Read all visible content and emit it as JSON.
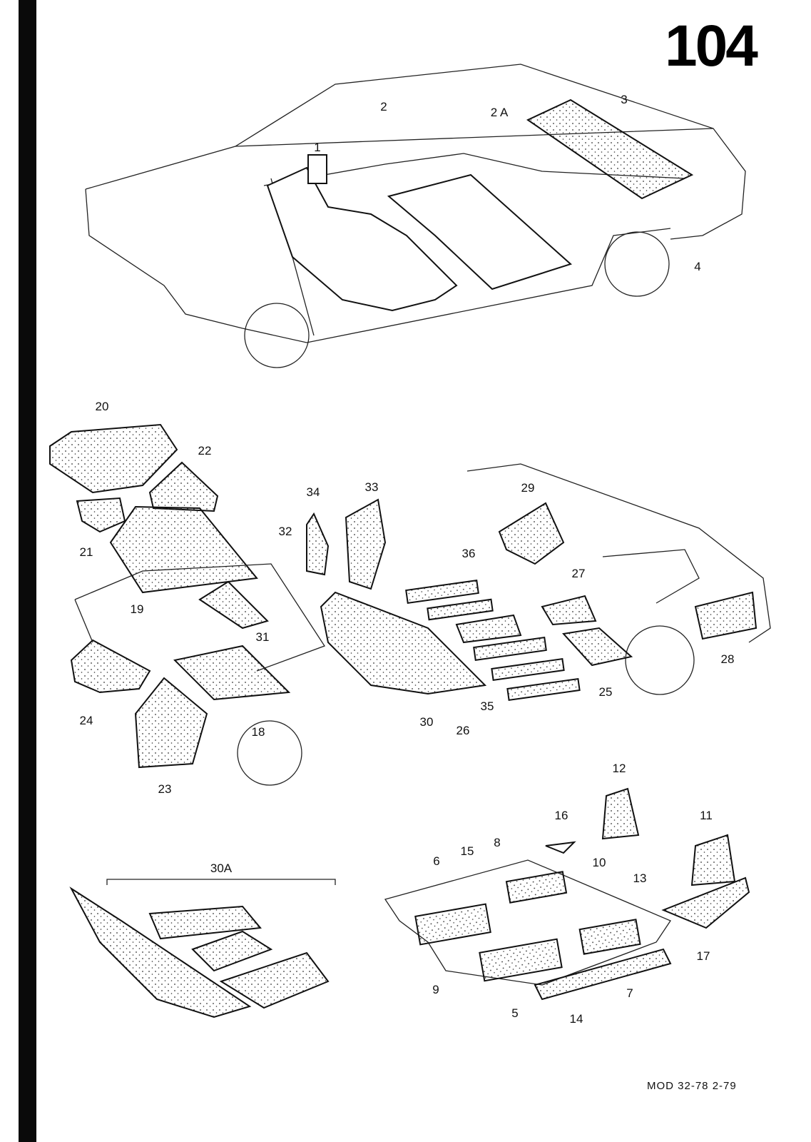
{
  "page_number": "104",
  "footer": "MOD 32-78  2-79",
  "callouts": {
    "top": [
      "1",
      "2",
      "2 A",
      "3",
      "4"
    ],
    "middle_left": [
      "20",
      "22",
      "21",
      "19",
      "31",
      "24",
      "18",
      "23"
    ],
    "middle_right": [
      "34",
      "33",
      "32",
      "29",
      "36",
      "27",
      "28",
      "25",
      "30",
      "26",
      "35"
    ],
    "bottom_left": [
      "30A"
    ],
    "bottom_right": [
      "12",
      "16",
      "11",
      "15",
      "8",
      "6",
      "10",
      "13",
      "17",
      "9",
      "5",
      "7",
      "14"
    ]
  }
}
